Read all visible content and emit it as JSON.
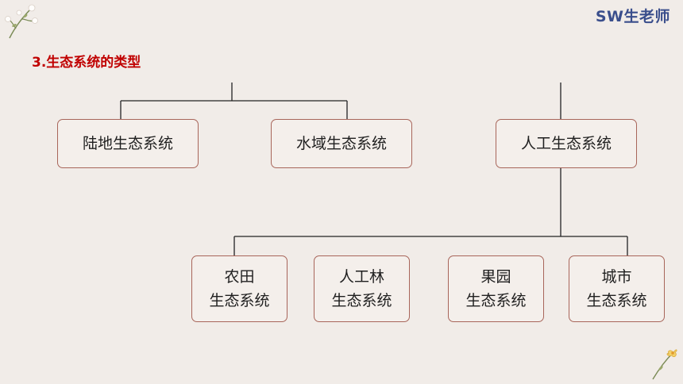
{
  "brand": "SW生老师",
  "heading": "3.生态系统的类型",
  "nodes": {
    "land": "陆地生态系统",
    "water": "水域生态系统",
    "artificial": "人工生态系统",
    "farmland": {
      "line1": "农田",
      "line2": "生态系统"
    },
    "plantation": {
      "line1": "人工林",
      "line2": "生态系统"
    },
    "orchard": {
      "line1": "果园",
      "line2": "生态系统"
    },
    "city": {
      "line1": "城市",
      "line2": "生态系统"
    }
  },
  "icons": {
    "top_left": "flower-sprig-icon",
    "bottom_right": "flower-sprig-icon"
  }
}
